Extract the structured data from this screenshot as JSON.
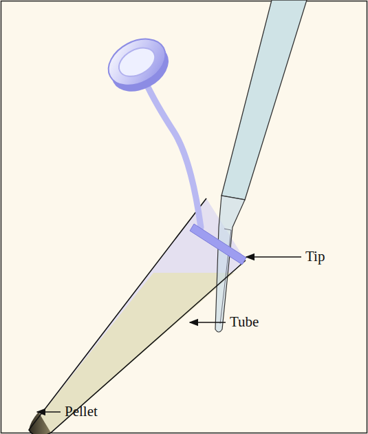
{
  "diagram": {
    "labels": [
      "Tip",
      "Tube",
      "Pellet"
    ]
  }
}
